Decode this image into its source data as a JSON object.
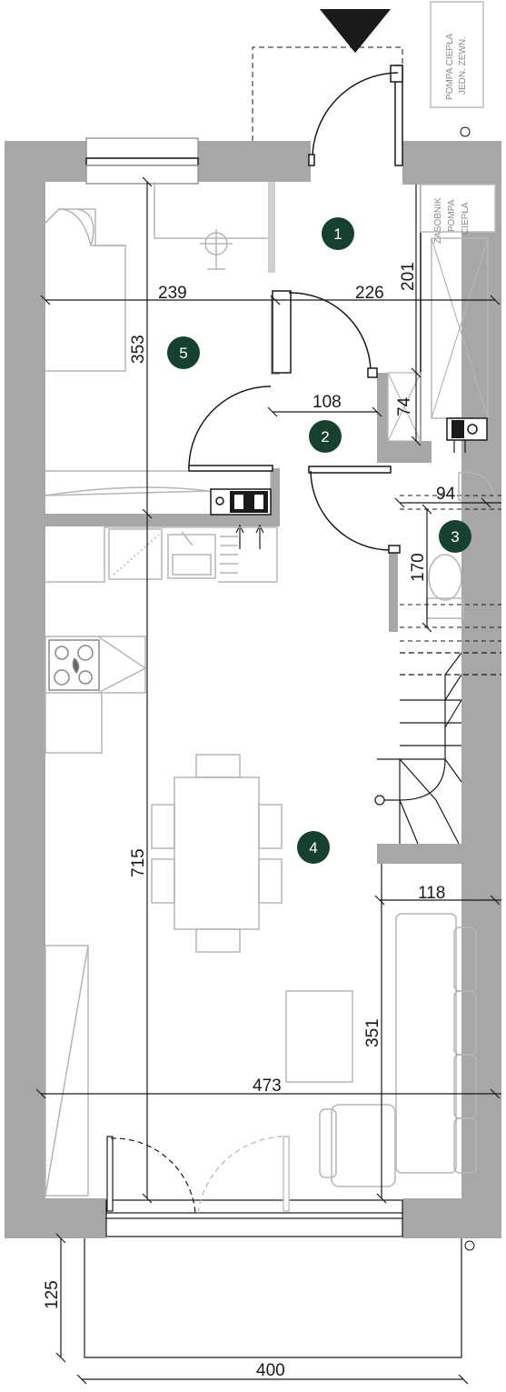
{
  "colors": {
    "wall": "#a7a7a7",
    "badge": "#17412f",
    "furniture": "#b5b5b5",
    "line": "#1a1a1a"
  },
  "rooms": [
    {
      "number": "1"
    },
    {
      "number": "2"
    },
    {
      "number": "3"
    },
    {
      "number": "4"
    },
    {
      "number": "5"
    }
  ],
  "dimensions": {
    "d239": "239",
    "d226": "226",
    "d201": "201",
    "d353": "353",
    "d108": "108",
    "d74": "74",
    "d94": "94",
    "d170": "170",
    "d715": "715",
    "d118": "118",
    "d351": "351",
    "d473": "473",
    "d125": "125",
    "d400": "400"
  },
  "notes": {
    "outdoor_unit_line1": "POMPA CIEPŁA",
    "outdoor_unit_line2": "JEDN. ZEWN.",
    "tank_line1": "ZASOBNIK",
    "tank_line2": "POMPA",
    "tank_line3": "CIEPŁA"
  },
  "icons": {
    "entrance": "entrance-arrow-icon",
    "hob": "hob-icon",
    "sink": "sink-icon",
    "toilet": "toilet-icon"
  }
}
